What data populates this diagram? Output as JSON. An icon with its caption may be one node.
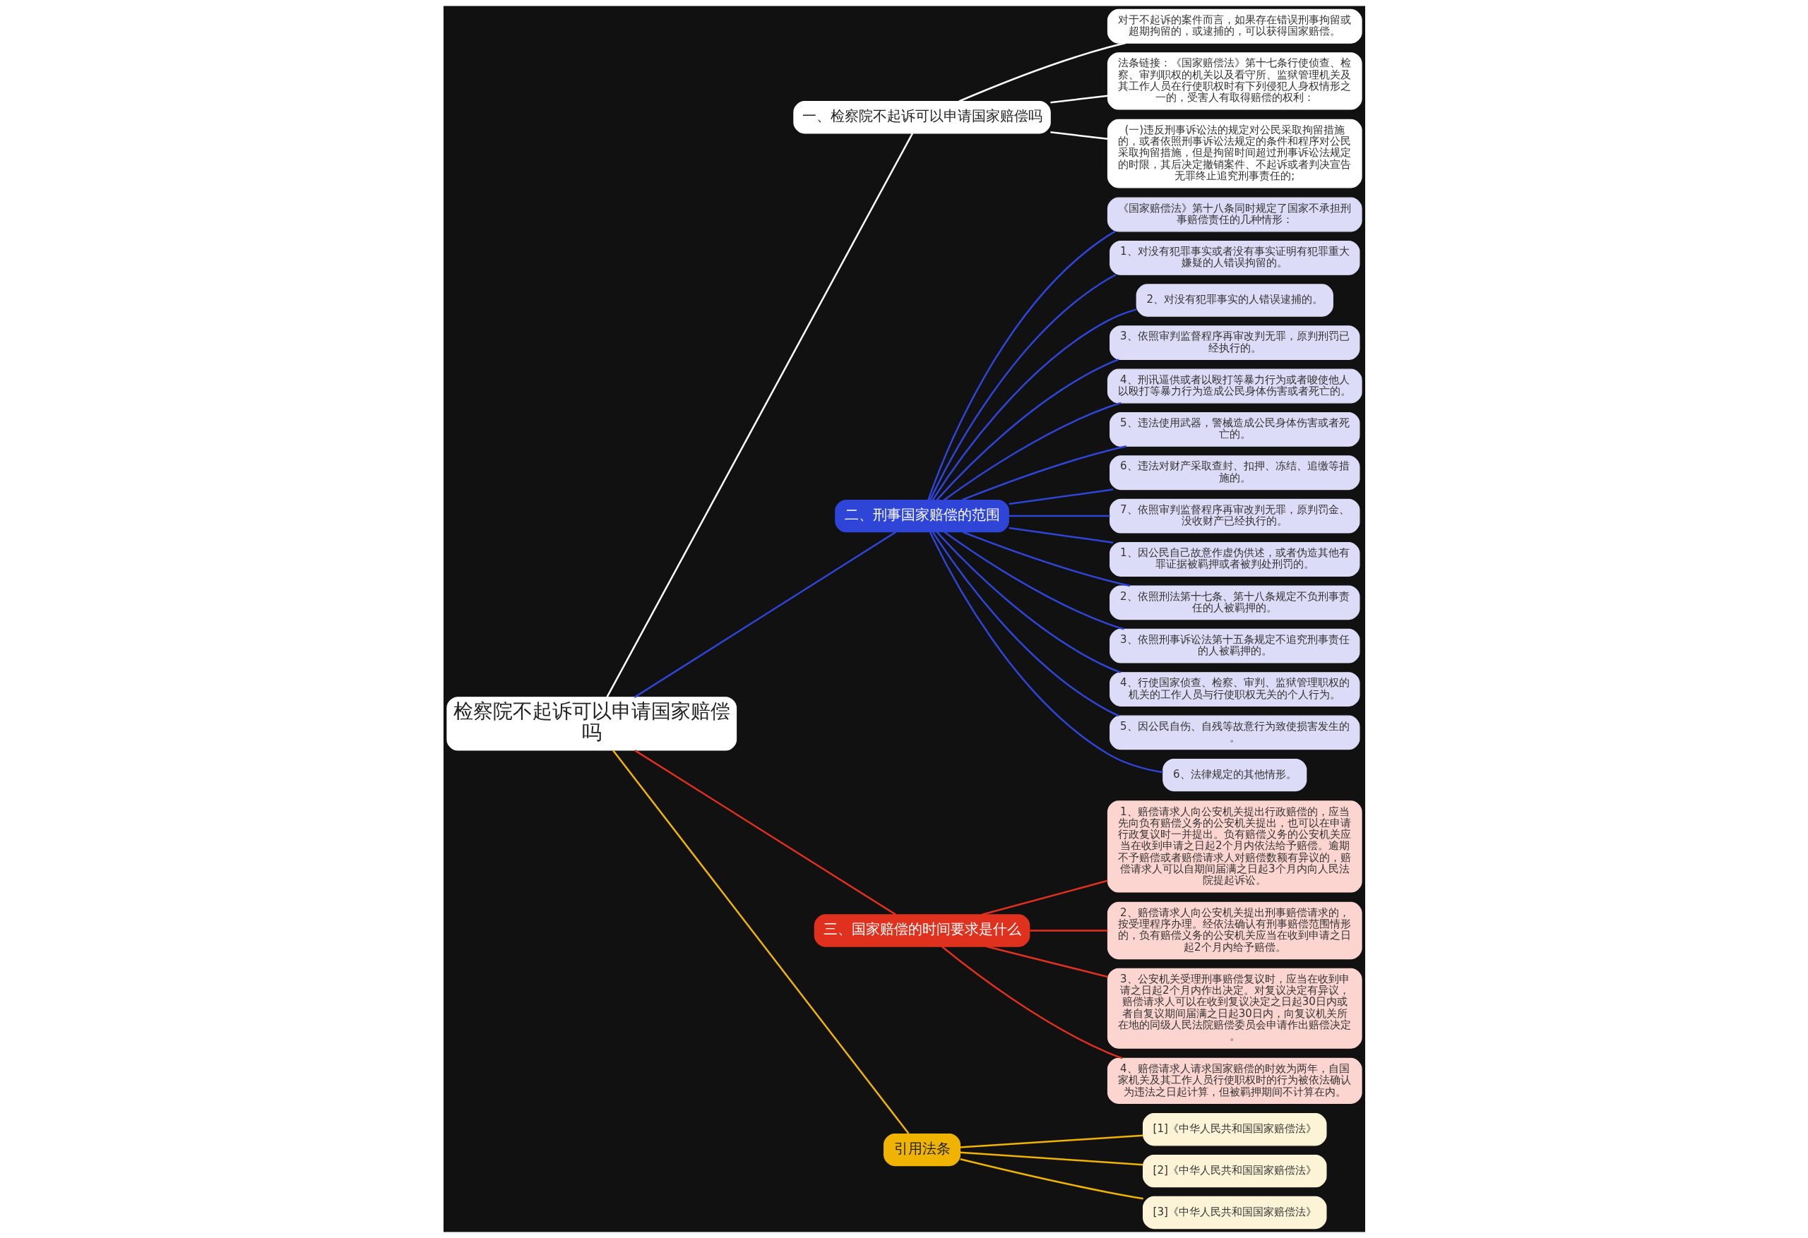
{
  "diagram": {
    "nodes": [
      {
        "text": [
          "检察院不起诉可以申请国家赔偿吗"
        ]
      },
      {
        "text": [
          "一、检察院不起诉可以申请国家赔偿吗"
        ]
      },
      {
        "text": [
          "对于不起诉的案件而言，如果存在错误刑事拘留或超期拘留的，或逮捕的，可以获得国家赔偿。"
        ]
      },
      {
        "text": [
          "法条链接：《国家赔偿法》第十七条行使侦查、检察、审判职权的机关以及看守所、监狱管理机关及其工作人员在行使职权时有下列侵犯人身权情形之一的，受害人有取得赔偿的权利："
        ]
      },
      {
        "text": [
          "(一)违反刑事诉讼法的规定对公民采取拘留措施的，或者依照刑事诉讼法规定的条件和程序对公民采取拘留措施，但是拘留时间超过刑事诉讼法规定的时限，其后决定撤销案件、不起诉或者判决宣告无罪终止追究刑事责任的;"
        ]
      },
      {
        "text": [
          "二、刑事国家赔偿的范围"
        ]
      },
      {
        "text": [
          "《国家赔偿法》第十八条同时规定了国家不承担刑事赔偿责任的几种情形："
        ]
      },
      {
        "text": [
          "1、对没有犯罪事实或者没有事实证明有犯罪重大嫌疑的人错误拘留的。"
        ]
      },
      {
        "text": [
          "2、对没有犯罪事实的人错误逮捕的。"
        ]
      },
      {
        "text": [
          "3、依照审判监督程序再审改判无罪，原判刑罚已经执行的。"
        ]
      },
      {
        "text": [
          "4、刑讯逼供或者以殴打等暴力行为或者唆使他人以殴打等暴力行为造成公民身体伤害或者死亡的。"
        ]
      },
      {
        "text": [
          "5、违法使用武器，警械造成公民身体伤害或者死亡的。"
        ]
      },
      {
        "text": [
          "6、违法对财产采取查封、扣押、冻结、追缴等措施的。"
        ]
      },
      {
        "text": [
          "7、依照审判监督程序再审改判无罪，原判罚金、没收财产已经执行的。"
        ]
      },
      {
        "text": [
          "1、因公民自己故意作虚伪供述，或者伪造其他有罪证据被羁押或者被判处刑罚的。"
        ]
      },
      {
        "text": [
          "2、依照刑法第十七条、第十八条规定不负刑事责任的人被羁押的。"
        ]
      },
      {
        "text": [
          "3、依照刑事诉讼法第十五条规定不追究刑事责任的人被羁押的。"
        ]
      },
      {
        "text": [
          "4、行使国家侦查、检察、审判、监狱管理职权的机关的工作人员与行使职权无关的个人行为。"
        ]
      },
      {
        "text": [
          "5、因公民自伤、自残等故意行为致使损害发生的。"
        ]
      },
      {
        "text": [
          "6、法律规定的其他情形。"
        ]
      },
      {
        "text": [
          "三、国家赔偿的时间要求是什么"
        ]
      },
      {
        "text": [
          "1、赔偿请求人向公安机关提出行政赔偿的，应当先向负有赔偿义务的公安机关提出，也可以在申请行政复议时一并提出。负有赔偿义务的公安机关应当在收到申请之日起2个月内依法给予赔偿。逾期不予赔偿或者赔偿请求人对赔偿数额有异议的，赔偿请求人可以自期间届满之日起3个月内向人民法院提起诉讼。"
        ]
      },
      {
        "text": [
          "2、赔偿请求人向公安机关提出刑事赔偿请求的，按受理程序办理。经依法确认有刑事赔偿范围情形的，负有赔偿义务的公安机关应当在收到申请之日起2个月内给予赔偿。"
        ]
      },
      {
        "text": [
          "3、公安机关受理刑事赔偿复议时，应当在收到申请之日起2个月内作出决定。对复议决定有异议，赔偿请求人可以在收到复议决定之日起30日内或者自复议期间届满之日起30日内，向复议机关所在地的同级人民法院赔偿委员会申请作出赔偿决定。"
        ]
      },
      {
        "text": [
          "4、赔偿请求人请求国家赔偿的时效为两年，自国家机关及其工作人员行使职权时的行为被依法确认为违法之日起计算，但被羁押期间不计算在内。"
        ]
      },
      {
        "text": [
          "引用法条"
        ]
      },
      {
        "text": [
          "[1]《中华人民共和国国家赔偿法》"
        ]
      },
      {
        "text": [
          "[2]《中华人民共和国国家赔偿法》"
        ]
      },
      {
        "text": [
          "[3]《中华人民共和国国家赔偿法》"
        ]
      }
    ],
    "edges": [
      {
        "from": 0,
        "to": 1,
        "arrow": "none",
        "color": "#ffffff"
      },
      {
        "from": 1,
        "to": 2,
        "arrow": "none",
        "color": "#ffffff"
      },
      {
        "from": 1,
        "to": 3,
        "arrow": "none",
        "color": "#ffffff"
      },
      {
        "from": 1,
        "to": 4,
        "arrow": "none",
        "color": "#ffffff"
      },
      {
        "from": 0,
        "to": 5,
        "arrow": "none",
        "color": "#2f45d8"
      },
      {
        "from": 5,
        "to": 6,
        "arrow": "none",
        "color": "#2f45d8"
      },
      {
        "from": 5,
        "to": 7,
        "arrow": "none",
        "color": "#2f45d8"
      },
      {
        "from": 5,
        "to": 8,
        "arrow": "none",
        "color": "#2f45d8"
      },
      {
        "from": 5,
        "to": 9,
        "arrow": "none",
        "color": "#2f45d8"
      },
      {
        "from": 5,
        "to": 10,
        "arrow": "none",
        "color": "#2f45d8"
      },
      {
        "from": 5,
        "to": 11,
        "arrow": "none",
        "color": "#2f45d8"
      },
      {
        "from": 5,
        "to": 12,
        "arrow": "none",
        "color": "#2f45d8"
      },
      {
        "from": 5,
        "to": 13,
        "arrow": "none",
        "color": "#2f45d8"
      },
      {
        "from": 5,
        "to": 14,
        "arrow": "none",
        "color": "#2f45d8"
      },
      {
        "from": 5,
        "to": 15,
        "arrow": "none",
        "color": "#2f45d8"
      },
      {
        "from": 5,
        "to": 16,
        "arrow": "none",
        "color": "#2f45d8"
      },
      {
        "from": 5,
        "to": 17,
        "arrow": "none",
        "color": "#2f45d8"
      },
      {
        "from": 5,
        "to": 18,
        "arrow": "none",
        "color": "#2f45d8"
      },
      {
        "from": 5,
        "to": 19,
        "arrow": "none",
        "color": "#2f45d8"
      },
      {
        "from": 0,
        "to": 20,
        "arrow": "none",
        "color": "#e0301e"
      },
      {
        "from": 20,
        "to": 21,
        "arrow": "none",
        "color": "#e0301e"
      },
      {
        "from": 20,
        "to": 22,
        "arrow": "none",
        "color": "#e0301e"
      },
      {
        "from": 20,
        "to": 23,
        "arrow": "none",
        "color": "#e0301e"
      },
      {
        "from": 20,
        "to": 24,
        "arrow": "none",
        "color": "#e0301e"
      },
      {
        "from": 0,
        "to": 25,
        "arrow": "none",
        "color": "#f0b400"
      },
      {
        "from": 25,
        "to": 26,
        "arrow": "none",
        "color": "#f0b400"
      },
      {
        "from": 25,
        "to": 27,
        "arrow": "none",
        "color": "#f0b400"
      },
      {
        "from": 25,
        "to": 28,
        "arrow": "none",
        "color": "#f0b400"
      }
    ]
  }
}
